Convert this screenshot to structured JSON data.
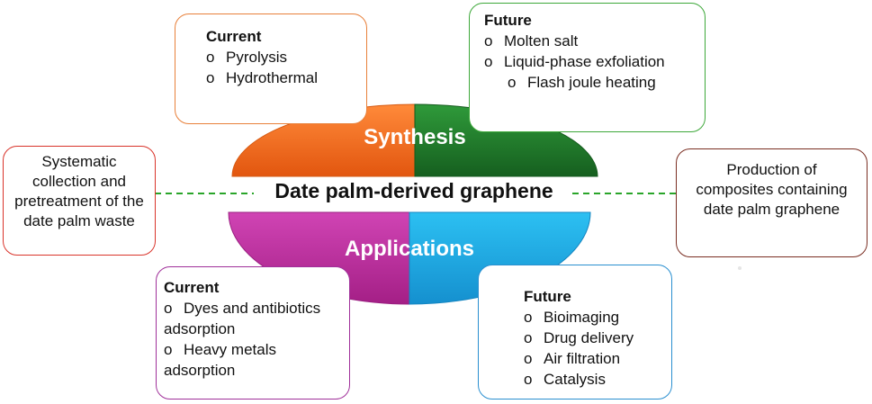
{
  "main_title": "Date palm-derived graphene",
  "synthesis": {
    "label": "Synthesis",
    "current": {
      "heading": "Current",
      "items": [
        "Pyrolysis",
        "Hydrothermal"
      ]
    },
    "future": {
      "heading": "Future",
      "items": [
        "Molten salt",
        "Liquid-phase exfoliation",
        "Flash joule heating"
      ]
    }
  },
  "applications": {
    "label": "Applications",
    "current": {
      "heading": "Current",
      "items": [
        "Dyes and antibiotics adsorption",
        "Heavy metals adsorption"
      ]
    },
    "future": {
      "heading": "Future",
      "items": [
        "Bioimaging",
        "Drug delivery",
        "Air filtration",
        "Catalysis"
      ]
    }
  },
  "left_note": "Systematic collection and pretreatment of the date palm waste",
  "right_note": "Production of composites containing date palm graphene",
  "bullet_symbol": "o",
  "colors": {
    "synthesis_current": "#f26b1d",
    "synthesis_future": "#1f7a28",
    "applications_current": "#c02a9e",
    "applications_future": "#1aa8e0",
    "connector": "#2aa52a"
  }
}
